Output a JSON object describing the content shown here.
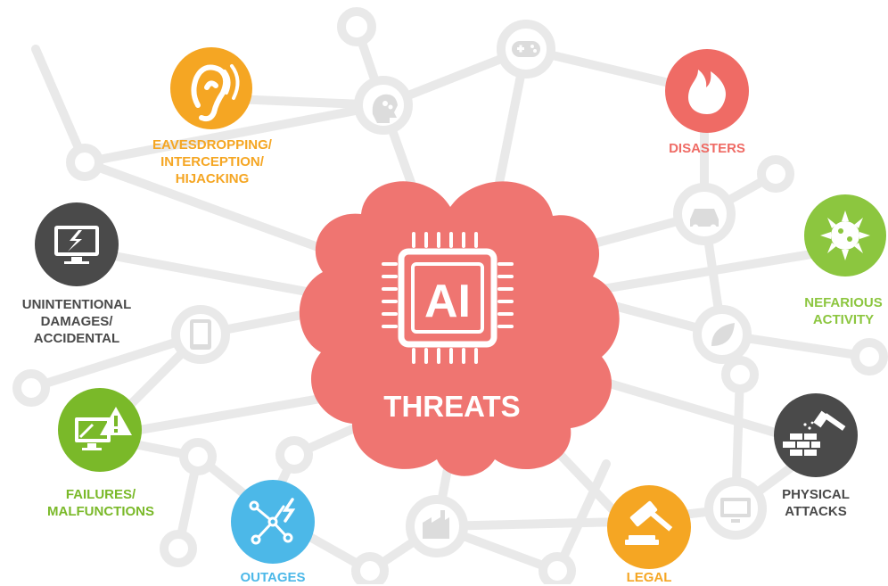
{
  "center": {
    "badge": "AI",
    "label": "THREATS"
  },
  "categories": [
    {
      "id": "eavesdropping",
      "lines": [
        "EAVESDROPPING/",
        "INTERCEPTION/",
        "HIJACKING"
      ],
      "color": "#f5a623",
      "icon": "ear-icon"
    },
    {
      "id": "disasters",
      "lines": [
        "DISASTERS"
      ],
      "color": "#ef6b65",
      "icon": "fire-icon"
    },
    {
      "id": "unintentional",
      "lines": [
        "UNINTENTIONAL",
        "DAMAGES/",
        "ACCIDENTAL"
      ],
      "color": "#4a4a4a",
      "icon": "broken-monitor-icon"
    },
    {
      "id": "nefarious",
      "lines": [
        "NEFARIOUS",
        "ACTIVITY"
      ],
      "color": "#8cc63f",
      "icon": "virus-icon"
    },
    {
      "id": "failures",
      "lines": [
        "FAILURES/",
        "MALFUNCTIONS"
      ],
      "color": "#7ab929",
      "icon": "warning-monitor-icon"
    },
    {
      "id": "physical",
      "lines": [
        "PHYSICAL",
        "ATTACKS"
      ],
      "color": "#4a4a4a",
      "icon": "hammer-wall-icon"
    },
    {
      "id": "outages",
      "lines": [
        "OUTAGES"
      ],
      "color": "#4cb8e8",
      "icon": "network-outage-icon"
    },
    {
      "id": "legal",
      "lines": [
        "LEGAL"
      ],
      "color": "#f5a623",
      "icon": "gavel-icon"
    }
  ],
  "colors": {
    "brain": "#ef7571",
    "network": "#e6e6e6",
    "gray_icon": "#5a5a5a"
  }
}
